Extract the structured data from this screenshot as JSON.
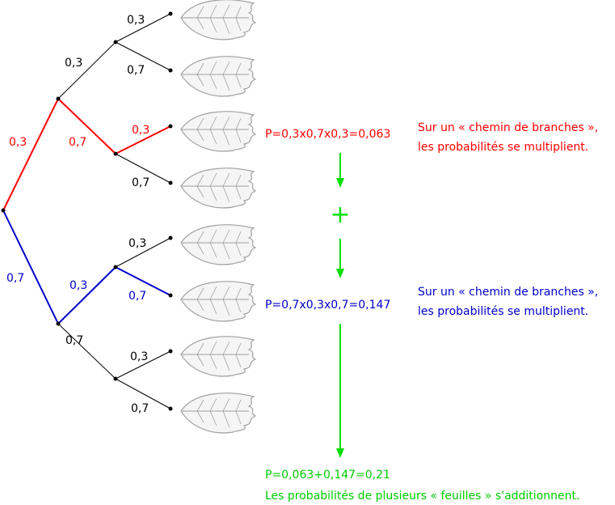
{
  "colors": {
    "default": "#000000",
    "path1": "#ff0000",
    "path2": "#0000cc",
    "sum": "#00e000",
    "leaf_stroke": "#a0a0a0",
    "leaf_fill": "#f5f5f5"
  },
  "tree": {
    "level1": {
      "upper": "0,3",
      "lower": "0,7"
    },
    "level2": [
      {
        "upper": "0,3",
        "lower": "0,7"
      },
      {
        "upper": "0,3",
        "lower": "0,7"
      }
    ],
    "level3": [
      {
        "upper": "0,3",
        "lower": "0,7"
      },
      {
        "upper": "0,3",
        "lower": "0,7"
      },
      {
        "upper": "0,3",
        "lower": "0,7"
      },
      {
        "upper": "0,3",
        "lower": "0,7"
      }
    ],
    "leaf_icon": "leaf-icon"
  },
  "path1": {
    "formula": "P=0,3x0,7x0,3=0,063",
    "note_line1": "Sur un « chemin de branches »,",
    "note_line2": "les probabilités se multiplient."
  },
  "plus_sign": "+",
  "path2": {
    "formula": "P=0,7x0,3x0,7=0,147",
    "note_line1": "Sur un « chemin de branches »,",
    "note_line2": "les probabilités se multiplient."
  },
  "sum": {
    "formula": "P=0,063+0,147=0,21",
    "note": "Les probabilités de plusieurs « feuilles » s'additionnent."
  }
}
